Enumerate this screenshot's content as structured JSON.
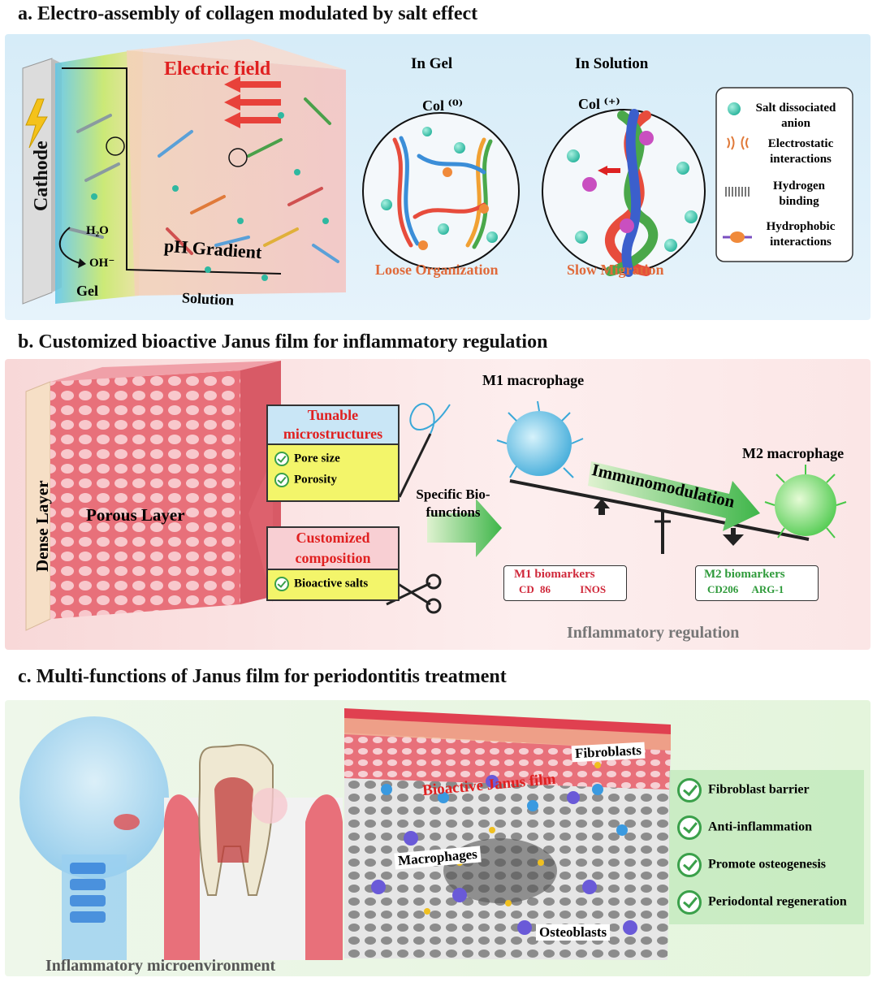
{
  "panel_a": {
    "title": "a. Electro-assembly of collagen modulated by salt effect",
    "cathode": "Cathode",
    "electric_field": "Electric field",
    "h2o": "H₂O",
    "oh": "OH⁻",
    "ph_gradient": "pH Gradient",
    "gel": "Gel",
    "solution": "Solution",
    "in_gel": "In Gel",
    "in_solution": "In Solution",
    "col_gel": "Col ⁽⁰⁾",
    "col_solution": "Col ⁽⁺⁾",
    "loose_organization": "Loose Organization",
    "slow_migration": "Slow Migration",
    "legend": {
      "salt": "Salt dissociated anion",
      "electrostatic": "Electrostatic interactions",
      "hydrogen": "Hydrogen binding",
      "hydrophobic": "Hydrophobic interactions"
    }
  },
  "panel_b": {
    "title": "b. Customized bioactive Janus film for inflammatory regulation",
    "dense_layer": "Dense Layer",
    "porous_layer": "Porous Layer",
    "tunable_title": "Tunable microstructures",
    "pore_size": "Pore size",
    "porosity": "Porosity",
    "customized_title": "Customized composition",
    "bioactive_salts": "Bioactive salts",
    "specific_functions": "Specific Bio-functions",
    "m1_macrophage": "M1 macrophage",
    "m2_macrophage": "M2 macrophage",
    "immunomodulation": "Immunomodulation",
    "m1_biomarkers": "M1 biomarkers",
    "cd86": "CD 86",
    "inos": "INOS",
    "m2_biomarkers": "M2 biomarkers",
    "cd206": "CD206",
    "arg1": "ARG-1",
    "inflammatory_regulation": "Inflammatory regulation"
  },
  "panel_c": {
    "title": "c. Multi-functions of Janus film for periodontitis treatment",
    "fibroblasts": "Fibroblasts",
    "bioactive_janus_film": "Bioactive Janus film",
    "macrophages": "Macrophages",
    "osteoblasts": "Osteoblasts",
    "microenvironment": "Inflammatory microenvironment",
    "functions": [
      "Fibroblast barrier",
      "Anti-inflammation",
      "Promote osteogenesis",
      "Periodontal regeneration"
    ]
  },
  "colors": {
    "red_label": "#d23a2a",
    "green_label": "#2e9a3a",
    "panel_a_bg": "#d6ecf8",
    "panel_b_bg": "#fbe3e3",
    "panel_c_bg": "#e6f6df",
    "yellow_box": "#f3f56a",
    "pink_box": "#f8cfd3",
    "blue_box": "#c9e6f6"
  }
}
